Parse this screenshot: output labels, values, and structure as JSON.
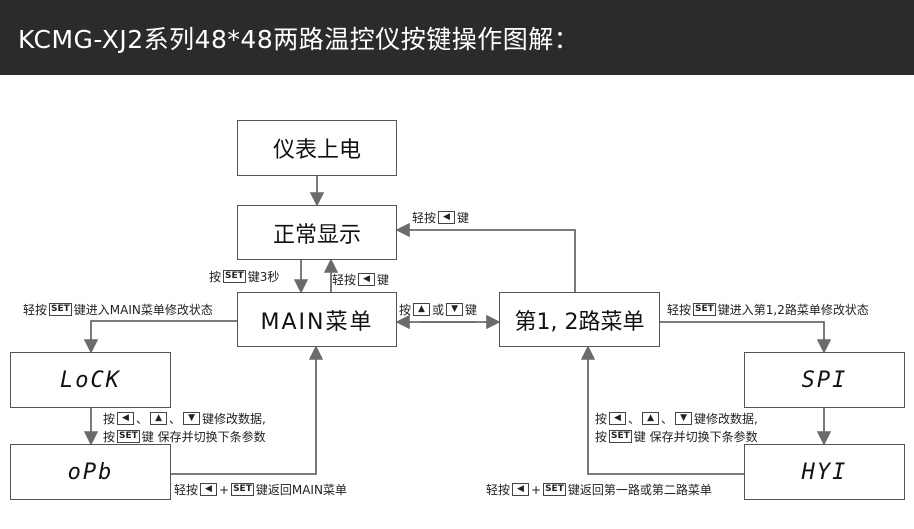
{
  "title": "KCMG-XJ2系列48*48两路温控仪按键操作图解：",
  "boxes": {
    "power_on": "仪表上电",
    "normal": "正常显示",
    "main": "MAIN菜单",
    "menu12": "第1, 2路菜单",
    "lock": "LoCK",
    "opb": "oPb",
    "sp1": "SPI",
    "hy1": "HYI"
  },
  "keys": {
    "set": "SET",
    "left": "◀",
    "up": "▲",
    "down": "▼"
  },
  "labels": {
    "tap": "轻按",
    "press": "按",
    "key": "键",
    "key3s": "键3秒",
    "or": "或",
    "plus": "+",
    "sep": "、",
    "enter_main": "键进入MAIN菜单修改状态",
    "enter_12": "键进入第1,2路菜单修改状态",
    "modify": "键修改数据,",
    "save": "键 保存并切换下条参数",
    "back_main": "键返回MAIN菜单",
    "back_12": "键返回第一路或第二路菜单"
  },
  "colors": {
    "titlebar": "#2b2b2b",
    "line": "#6b6b6b"
  }
}
